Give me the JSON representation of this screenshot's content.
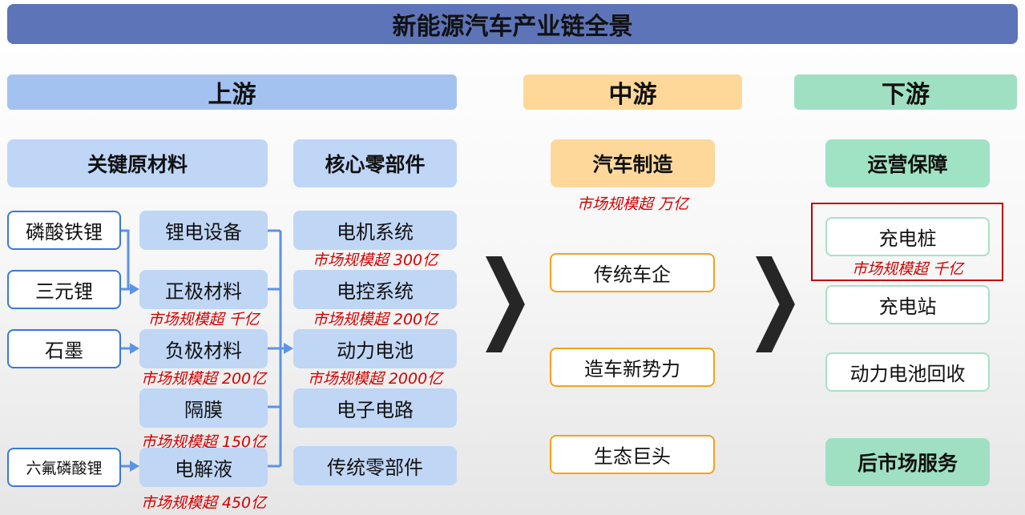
{
  "title": "新能源汽车产业链全景",
  "sections": {
    "upstream": "上游",
    "midstream": "中游",
    "downstream": "下游"
  },
  "categories": {
    "raw_materials": "关键原材料",
    "core_parts": "核心零部件",
    "manufacturing": "汽车制造",
    "operations": "运营保障"
  },
  "raw_materials": [
    "磷酸铁锂",
    "三元锂",
    "石墨",
    "六氟磷酸锂"
  ],
  "materials": [
    {
      "name": "锂电设备",
      "market": null
    },
    {
      "name": "正极材料",
      "market": "市场规模超 千亿"
    },
    {
      "name": "负极材料",
      "market": "市场规模超 200亿"
    },
    {
      "name": "隔膜",
      "market": "市场规模超 150亿"
    },
    {
      "name": "电解液",
      "market": "市场规模超 450亿"
    }
  ],
  "core_parts": [
    {
      "name": "电机系统",
      "market": "市场规模超 300亿"
    },
    {
      "name": "电控系统",
      "market": "市场规模超 200亿"
    },
    {
      "name": "动力电池",
      "market": "市场规模超 2000亿"
    },
    {
      "name": "电子电路",
      "market": null
    },
    {
      "name": "传统零部件",
      "market": null
    }
  ],
  "manufacturing": {
    "market": "市场规模超 万亿",
    "items": [
      "传统车企",
      "造车新势力",
      "生态巨头"
    ]
  },
  "operations": {
    "items": [
      {
        "name": "充电桩",
        "market": "市场规模超 千亿"
      },
      {
        "name": "充电站"
      },
      {
        "name": "动力电池回收"
      }
    ],
    "aftermarket": "后市场服务"
  },
  "chevron": "❯"
}
